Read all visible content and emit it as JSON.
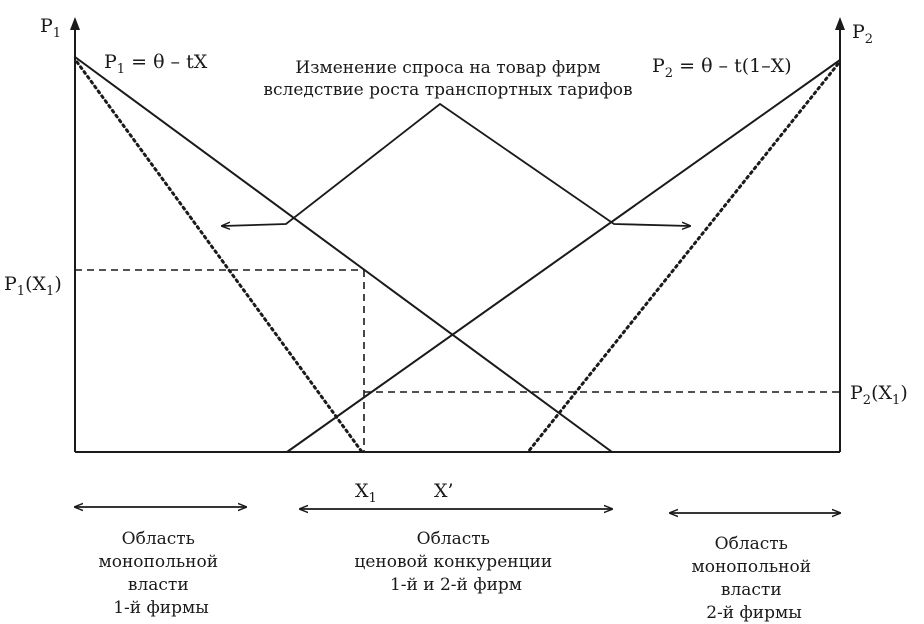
{
  "axes": {
    "p1": "P",
    "p1_sub": "1",
    "p2": "P",
    "p2_sub": "2"
  },
  "formulas": {
    "left_a": "P",
    "left_sub": "1",
    "left_b": " = θ – tX",
    "right_a": "P",
    "right_sub": "2",
    "right_b": " = θ – t(1–X)"
  },
  "annotation": {
    "line1": "Изменение спроса на товар фирм",
    "line2": "вследствие роста транспортных тарифов"
  },
  "prices": {
    "p1x1_a": "P",
    "p1x1_sub": "1",
    "p1x1_b": "(X",
    "p1x1_sub2": "1",
    "p1x1_c": ")",
    "p2x1_a": "P",
    "p2x1_sub": "2",
    "p2x1_b": "(X",
    "p2x1_sub2": "1",
    "p2x1_c": ")"
  },
  "points": {
    "x1": "X",
    "x1_sub": "1",
    "xprime": "X’"
  },
  "areas": {
    "left": [
      "Область",
      "монопольной",
      "власти",
      "1-й фирмы"
    ],
    "middle": [
      "Область",
      "ценовой конкуренции",
      "1-й и 2-й фирм"
    ],
    "right": [
      "Область",
      "монопольной",
      "власти",
      "2-й фирмы"
    ]
  }
}
